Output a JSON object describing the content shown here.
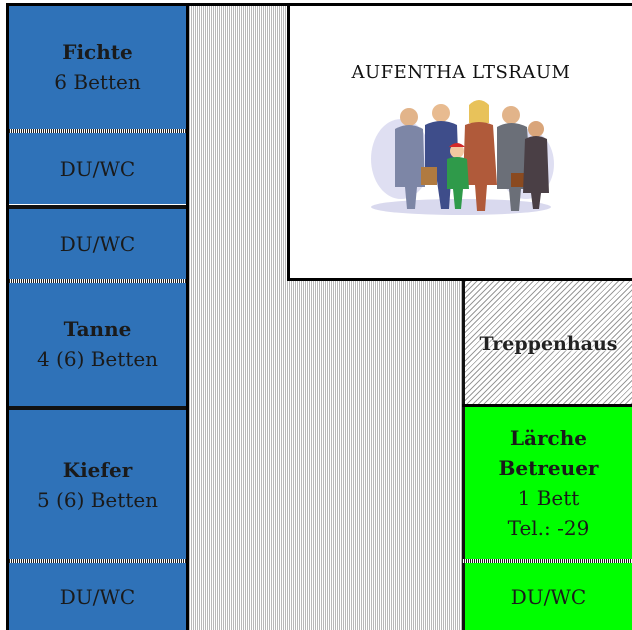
{
  "rooms": {
    "fichte": {
      "name": "Fichte",
      "beds": "6 Betten"
    },
    "duwc_1": {
      "label": "DU/WC"
    },
    "duwc_2": {
      "label": "DU/WC"
    },
    "tanne": {
      "name": "Tanne",
      "beds": "4 (6) Betten"
    },
    "kiefer": {
      "name": "Kiefer",
      "beds": "5 (6) Betten"
    },
    "duwc_3": {
      "label": "DU/WC"
    },
    "aufenthaltsraum": {
      "label": "AUFENTHA LTSRAUM",
      "clipart": "group-of-people-clipart"
    },
    "treppenhaus": {
      "label": "Treppenhaus"
    },
    "laerche": {
      "name": "Lärche",
      "role": "Betreuer",
      "beds": "1 Bett",
      "phone": "Tel.: -29"
    },
    "duwc_4": {
      "label": "DU/WC"
    }
  },
  "colors": {
    "room_blue": "#2f72b8",
    "room_green": "#00ff00",
    "corridor": "#b8b8b8",
    "white": "#ffffff"
  }
}
